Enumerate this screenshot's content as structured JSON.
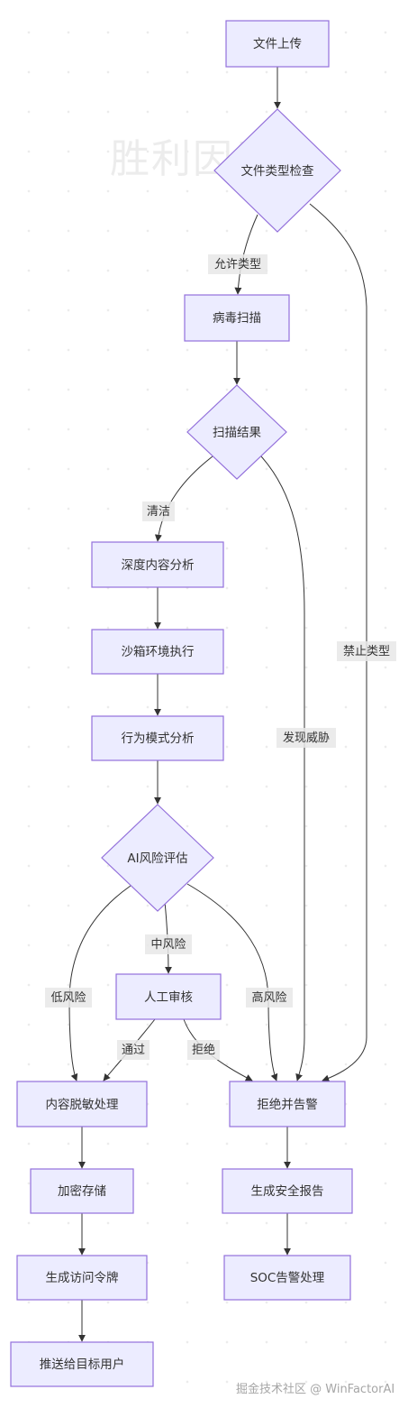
{
  "nodes": {
    "upload": "文件上传",
    "type_check": "文件类型检查",
    "virus_scan": "病毒扫描",
    "scan_result": "扫描结果",
    "deep_analysis": "深度内容分析",
    "sandbox": "沙箱环境执行",
    "behavior": "行为模式分析",
    "ai_risk": "AI风险评估",
    "manual_review": "人工审核",
    "desensitize": "内容脱敏处理",
    "encrypt": "加密存储",
    "access_token": "生成访问令牌",
    "push": "推送给目标用户",
    "reject_alert": "拒绝并告警",
    "security_report": "生成安全报告",
    "soc_alert": "SOC告警处理"
  },
  "edge_labels": {
    "allowed_type": "允许类型",
    "forbidden_type": "禁止类型",
    "clean": "清洁",
    "threat_found": "发现威胁",
    "medium_risk": "中风险",
    "low_risk": "低风险",
    "high_risk": "高风险",
    "pass": "通过",
    "reject": "拒绝"
  },
  "watermarks": {
    "background": "胜利因子",
    "corner": "掘金技术社区 @ WinFactorAI"
  }
}
